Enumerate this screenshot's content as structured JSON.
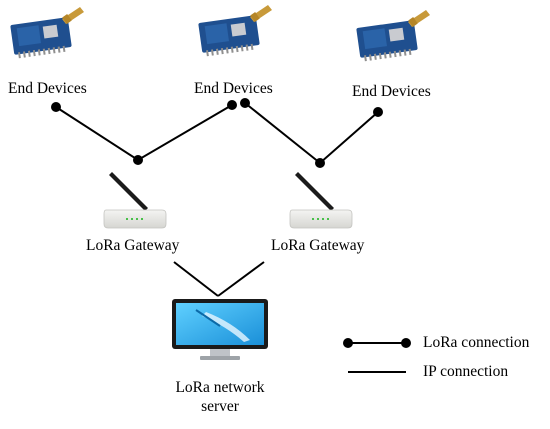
{
  "end_devices": [
    {
      "label": "End Devices"
    },
    {
      "label": "End Devices"
    },
    {
      "label": "End Devices"
    }
  ],
  "gateways": [
    {
      "label": "LoRa Gateway"
    },
    {
      "label": "LoRa Gateway"
    }
  ],
  "server": {
    "label_line1": "LoRa network",
    "label_line2": "server"
  },
  "legend": {
    "lora": "LoRa connection",
    "ip": "IP connection"
  },
  "icons": {
    "lora_module": "lora-module-board-icon",
    "gateway": "wireless-router-icon",
    "server": "desktop-monitor-icon"
  },
  "colors": {
    "board": "#1f4f8f",
    "antenna": "#c89a3a",
    "router": "#e9e9e6",
    "screen": "#29a9e8",
    "line": "#000000"
  }
}
